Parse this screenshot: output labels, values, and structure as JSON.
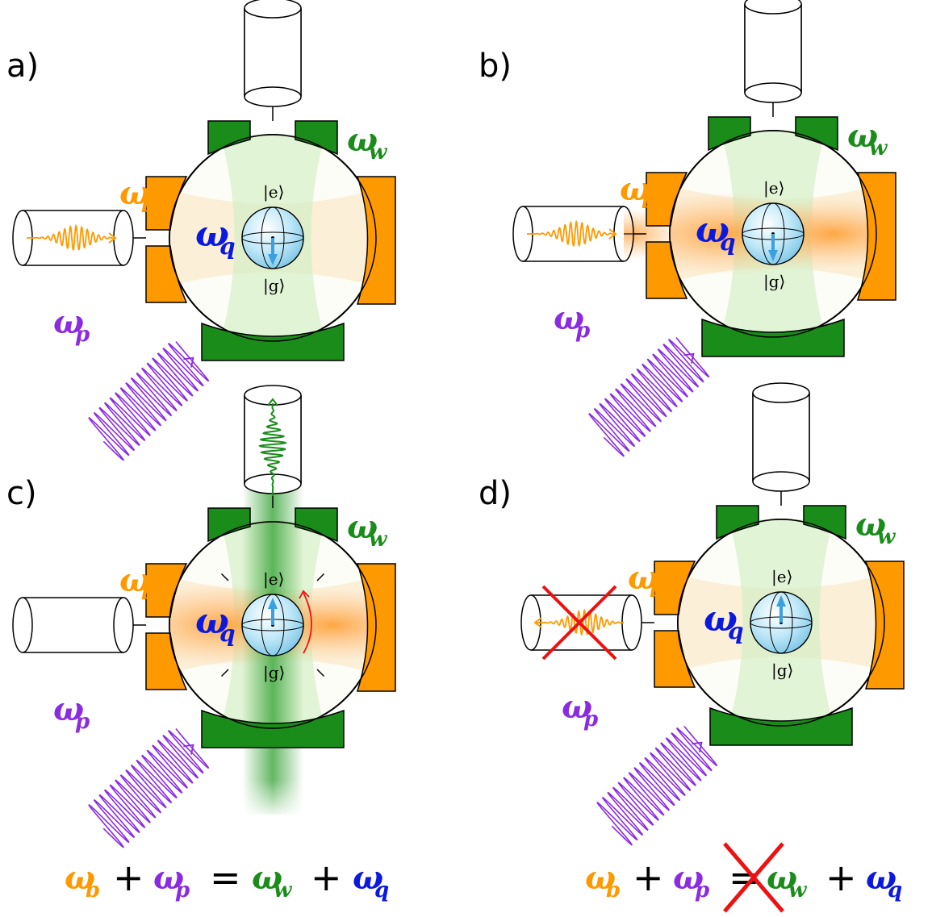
{
  "panels": [
    {
      "id": "a",
      "label": "a)",
      "omega_w": "ω",
      "w_sub": "w",
      "omega_b": "ω",
      "b_sub": "b",
      "omega_q": "ω",
      "q_sub": "q",
      "omega_p": "ω",
      "p_sub": "p",
      "ket_e": "|e⟩",
      "ket_g": "|g⟩"
    },
    {
      "id": "b",
      "label": "b)",
      "omega_w": "ω",
      "w_sub": "w",
      "omega_b": "ω",
      "b_sub": "b",
      "omega_q": "ω",
      "q_sub": "q",
      "omega_p": "ω",
      "p_sub": "p",
      "ket_e": "|e⟩",
      "ket_g": "|g⟩"
    },
    {
      "id": "c",
      "label": "c)",
      "omega_w": "ω",
      "w_sub": "w",
      "omega_b": "ω",
      "b_sub": "b",
      "omega_q": "ω",
      "q_sub": "q",
      "omega_p": "ω",
      "p_sub": "p",
      "ket_e": "|e⟩",
      "ket_g": "|g⟩"
    },
    {
      "id": "d",
      "label": "d)",
      "omega_w": "ω",
      "w_sub": "w",
      "omega_b": "ω",
      "b_sub": "b",
      "omega_q": "ω",
      "q_sub": "q",
      "omega_p": "ω",
      "p_sub": "p",
      "ket_e": "|e⟩",
      "ket_g": "|g⟩"
    }
  ],
  "equations": {
    "left": {
      "w1": "ω",
      "s1": "b",
      "op1": "+",
      "w2": "ω",
      "s2": "p",
      "eq": "=",
      "w3": "ω",
      "s3": "w",
      "op2": "+",
      "w4": "ω",
      "s4": "q"
    },
    "right": {
      "w1": "ω",
      "s1": "b",
      "op1": "+",
      "w2": "ω",
      "s2": "p",
      "eq": "=",
      "w3": "ω",
      "s3": "w",
      "op2": "+",
      "w4": "ω",
      "s4": "q"
    }
  },
  "colors": {
    "orange": "#ff9900",
    "green": "#1a8c1a",
    "blue": "#0a18e0",
    "purple": "#8a2be2",
    "red": "#ee1111",
    "sphere": "#bfe8f8",
    "arrow": "#3aa0e0"
  }
}
